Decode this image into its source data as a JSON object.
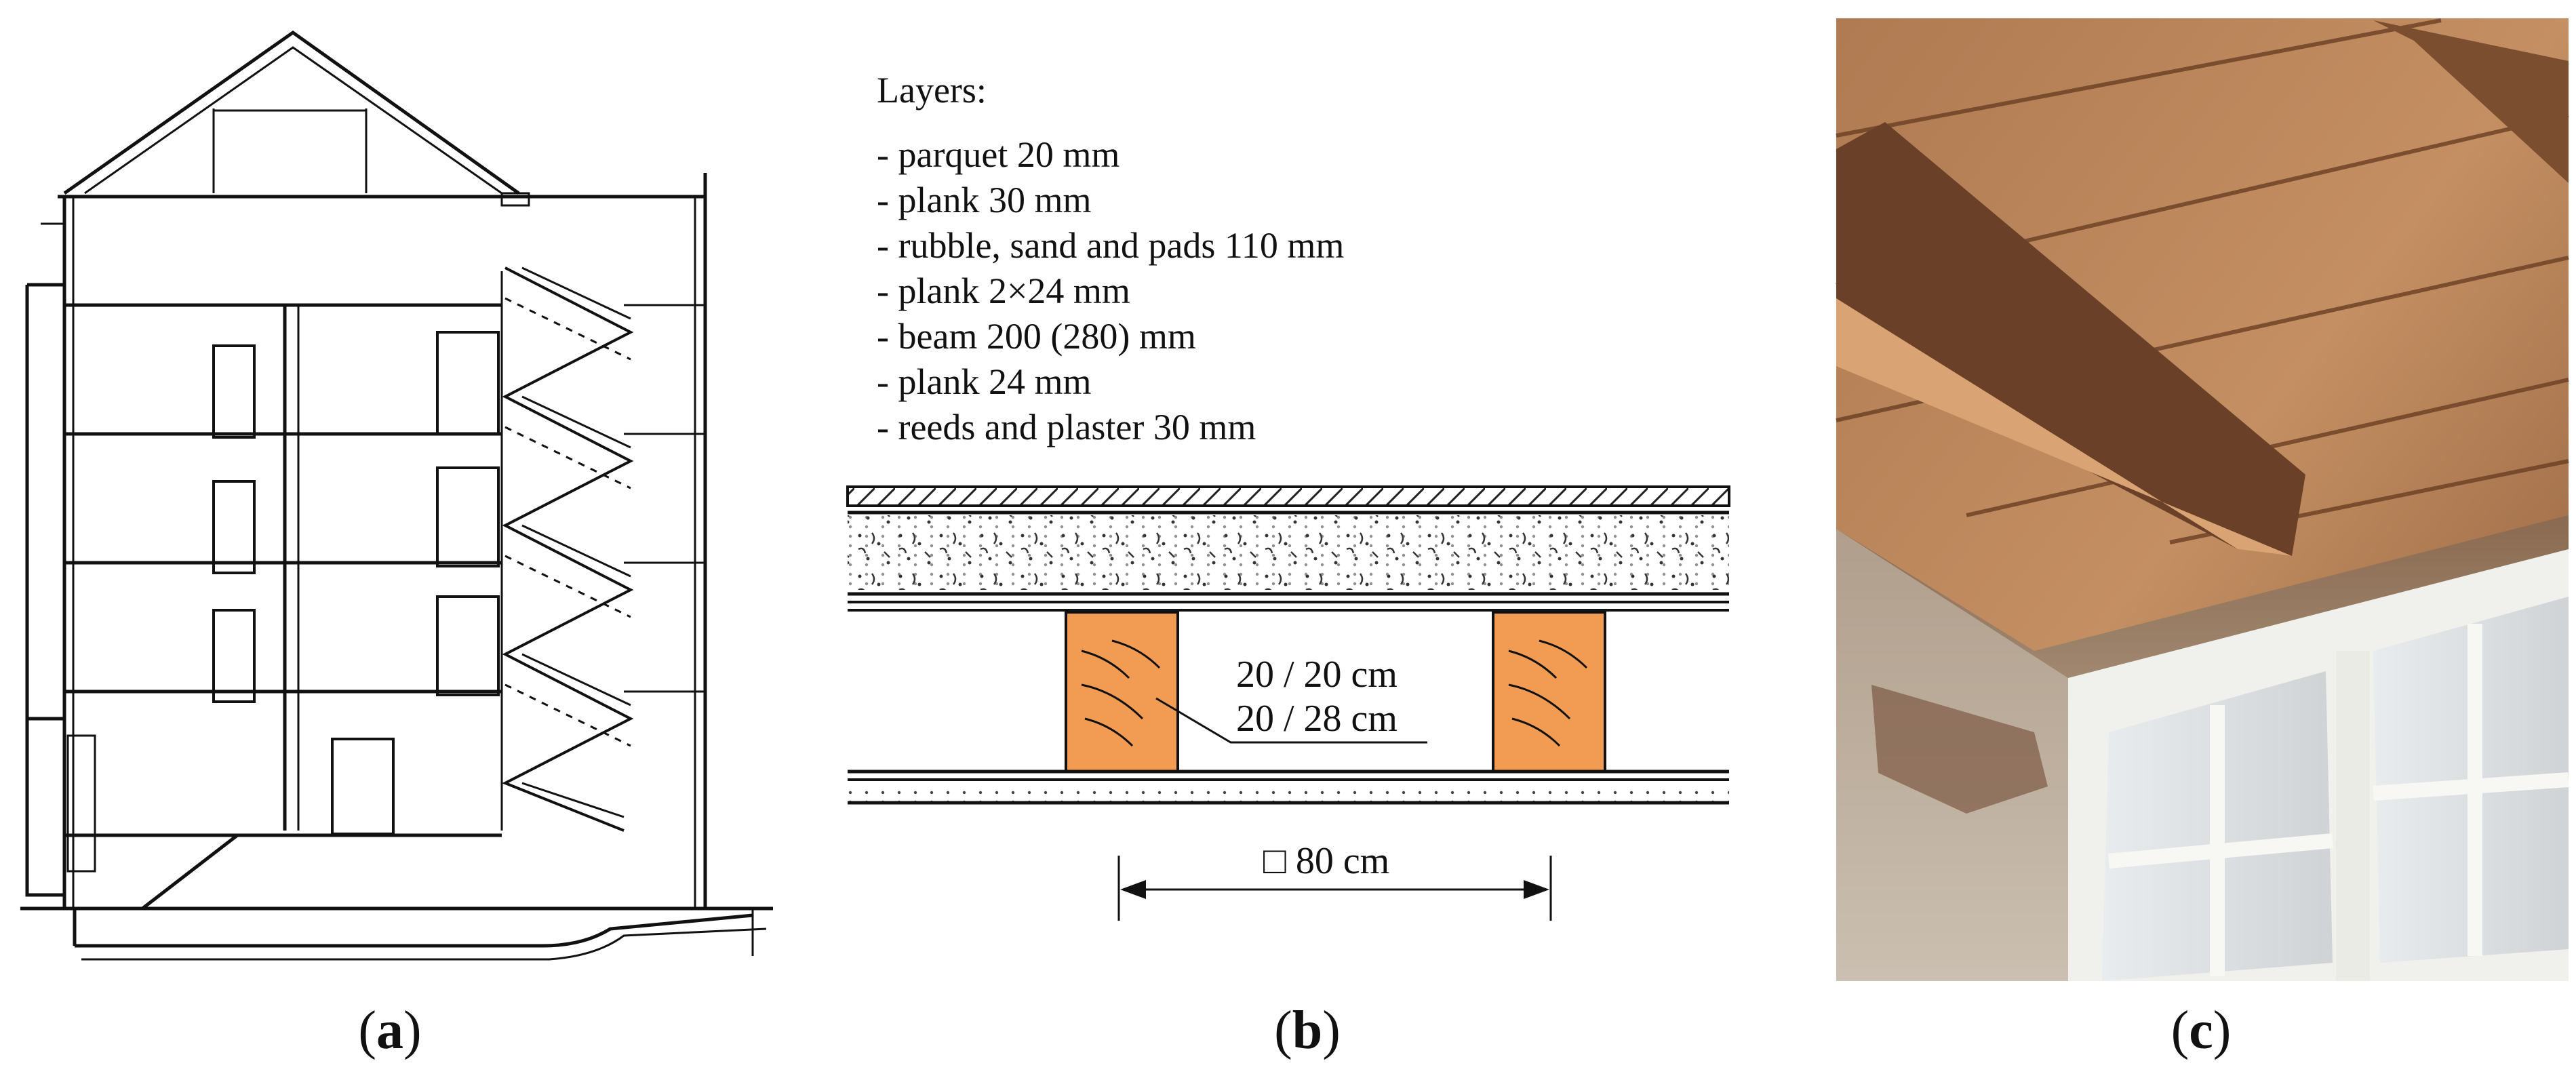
{
  "panels": {
    "a": {
      "caption": "a"
    },
    "b": {
      "caption": "b",
      "layers_title": "Layers:",
      "layers": [
        "- parquet 20 mm",
        "- plank 30 mm",
        "- rubble, sand and pads 110 mm",
        "- plank 2×24 mm",
        "- beam 200 (280) mm",
        "- plank 24 mm",
        "- reeds and plaster 30 mm"
      ],
      "beam_size_1": "20 / 20 cm",
      "beam_size_2": "20 / 28 cm",
      "spacing": "□ 80 cm",
      "colors": {
        "beam": "#f29b52",
        "line": "#111111"
      }
    },
    "c": {
      "caption": "c"
    }
  }
}
